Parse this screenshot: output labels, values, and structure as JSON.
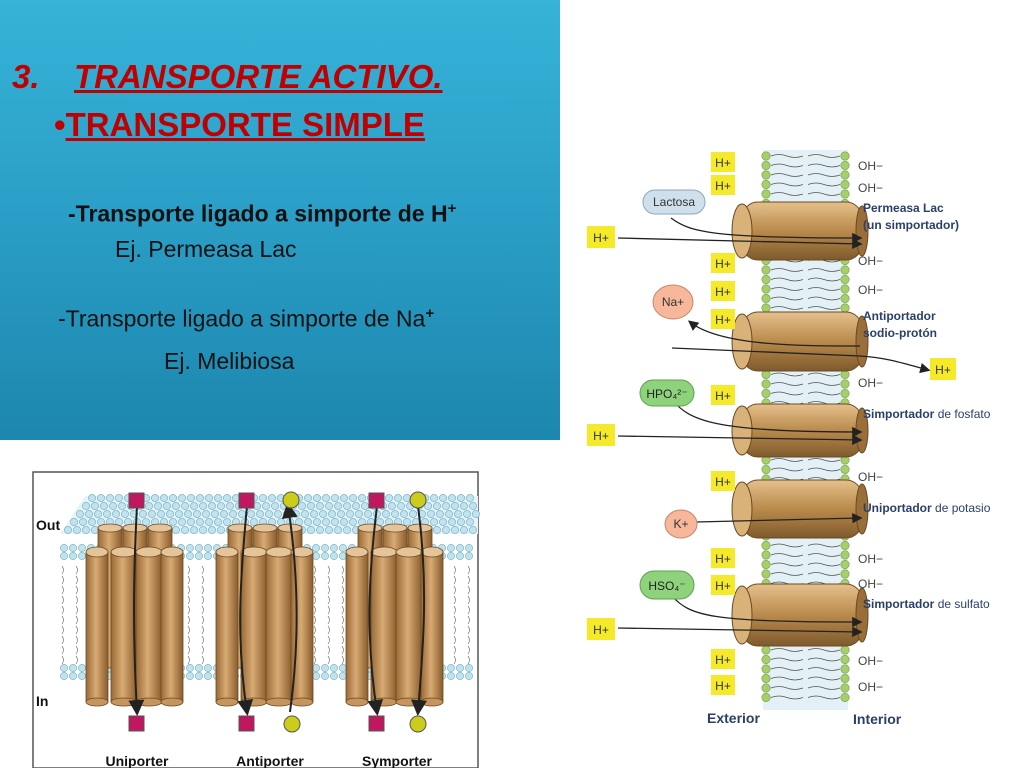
{
  "slide": {
    "heading_number": "3.",
    "heading": "TRANSPORTE ACTIVO.",
    "bullet_mark": "•",
    "subheading": "TRANSPORTE SIMPLE",
    "line1_text": "-Transporte ligado  a simporte de H",
    "line1_sup": "+",
    "line2": "Ej. Permeasa Lac",
    "line3_text": "-Transporte ligado a simporte de Na",
    "line3_sup": "+",
    "line4": "Ej. Melibiosa"
  },
  "left_diagram": {
    "side_out": "Out",
    "side_in": "In",
    "labels": [
      "Uniporter",
      "Antiporter",
      "Symporter"
    ],
    "colors": {
      "square": "#c0185e",
      "circle": "#cccc1a",
      "protein": "#c6955e"
    }
  },
  "right_diagram": {
    "exterior": "Exterior",
    "interior": "Interior",
    "proton": "H+",
    "hydroxide": "OH−",
    "substrates": [
      "Lactosa",
      "Na+",
      "HPO₄²⁻",
      "K+",
      "HSO₄⁻"
    ],
    "transporters": [
      {
        "line1": "Permeasa Lac",
        "line2": "(un simportador)"
      },
      {
        "line1": "Antiportador",
        "line2": "sodio-protón"
      },
      {
        "line1": "Simportador",
        "line2": "de fosfato"
      },
      {
        "line1": "Uniportador",
        "line2": "de potasio"
      },
      {
        "line1": "Simportador",
        "line2": "de sulfato"
      }
    ],
    "colors": {
      "proton_box": "#f5ea2a",
      "protein": "#b98a4c",
      "lipid_head": "#a6ce6a"
    }
  }
}
